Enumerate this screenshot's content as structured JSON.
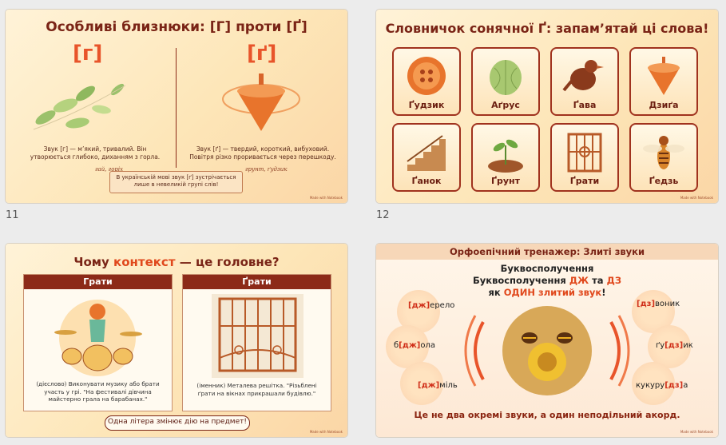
{
  "slide_numbers": [
    "11",
    "12"
  ],
  "slide11": {
    "title": "Особливі близнюки: [Г] проти [Ґ]",
    "left_letter": "[г]",
    "right_letter": "[ґ]",
    "left_desc": "Звук [г] — м’який, тривалий. Він утворюється глибоко, диханням з горла.",
    "left_examples": "гай, горіх",
    "right_desc": "Звук [ґ] — твердий, короткий, вибуховий. Повітря різко проривається через перешкоду.",
    "right_examples": "грунт, ґудзик",
    "banner": "В українській мові звук [ґ] зустрічається лише в невеликій групі слів!",
    "logo": "Made with Notebook"
  },
  "slide12": {
    "title": "Словничок сонячної Ґ: запам’ятай ці слова!",
    "cards": [
      "Ґудзик",
      "Аґрус",
      "Ґава",
      "Дзиґа",
      "Ґанок",
      "Ґрунт",
      "Ґрати",
      "Ґедзь"
    ],
    "logo": "Made with Notebook"
  },
  "slide13": {
    "title_pre": "Чому ",
    "title_accent": "контекст",
    "title_post": " — це головне?",
    "left_head": "Грати",
    "left_text": "(дієслово) Виконувати музику або брати участь у грі. \"На фестивалі дівчина майстерно грала на барабанах.\"",
    "right_head": "Ґрати",
    "right_text": "(іменник) Металева решітка. \"Різьблені ґрати на вікнах прикрашали будівлю.\"",
    "footer": "Одна літера змінює дію на предмет!",
    "logo": "Made with Notebook"
  },
  "slide14": {
    "header": "Орфоепічний тренажер: Злиті звуки",
    "center_line1": "Буквосполучення",
    "center_line2_pre": "Буквосполучення ",
    "center_dzh": "ДЖ",
    "center_and": " та ",
    "center_dz": "ДЗ",
    "center_line3_pre": "як ",
    "center_one": "ОДИН злитий звук",
    "center_line3_post": "!",
    "words": [
      {
        "pre": "",
        "mark": "[дж]",
        "post": "ерело"
      },
      {
        "pre": "б",
        "mark": "[дж]",
        "post": "ола"
      },
      {
        "pre": "",
        "mark": "[дж]",
        "post": "міль"
      },
      {
        "pre": "",
        "mark": "[дз]",
        "post": "воник"
      },
      {
        "pre": "ґу",
        "mark": "[дз]",
        "post": "ик"
      },
      {
        "pre": "кукуру",
        "mark": "[дз]",
        "post": "а"
      }
    ],
    "footer": "Це не два окремі звуки, а один неподільний акорд.",
    "logo": "Made with Notebook"
  }
}
